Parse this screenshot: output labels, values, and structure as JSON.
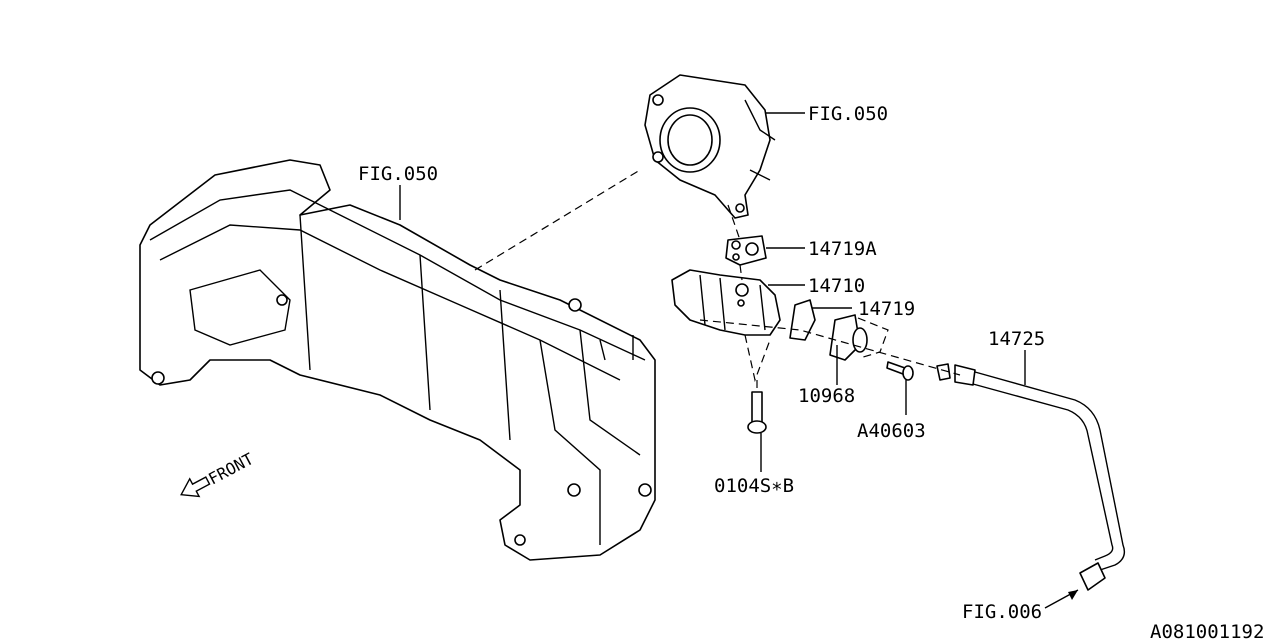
{
  "callouts": {
    "fig050_upper": "FIG.050",
    "fig050_manifold": "FIG.050",
    "p14719A": "14719A",
    "p14710": "14710",
    "p14719": "14719",
    "p14725": "14725",
    "p10968": "10968",
    "pA40603": "A40603",
    "p0104SB": "0104S∗B",
    "fig006": "FIG.006"
  },
  "front_marker": "FRONT",
  "diagram_id": "A081001192"
}
